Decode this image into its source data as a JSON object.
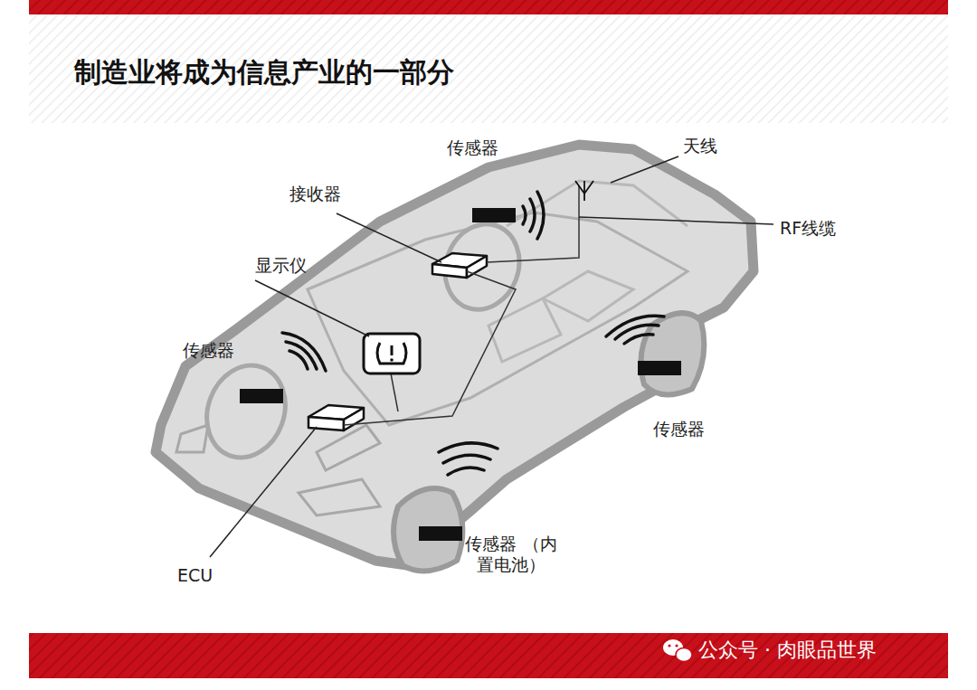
{
  "diagram": {
    "title": "制造业将成为信息产业的一部分",
    "labels": [
      "传感器",
      "天线",
      "接收器",
      "RF线缆",
      "显示仪",
      "传感器",
      "传感器",
      "ECU",
      "传感器 （内置电池）",
      "公众号 · 肉眼品世界"
    ]
  }
}
